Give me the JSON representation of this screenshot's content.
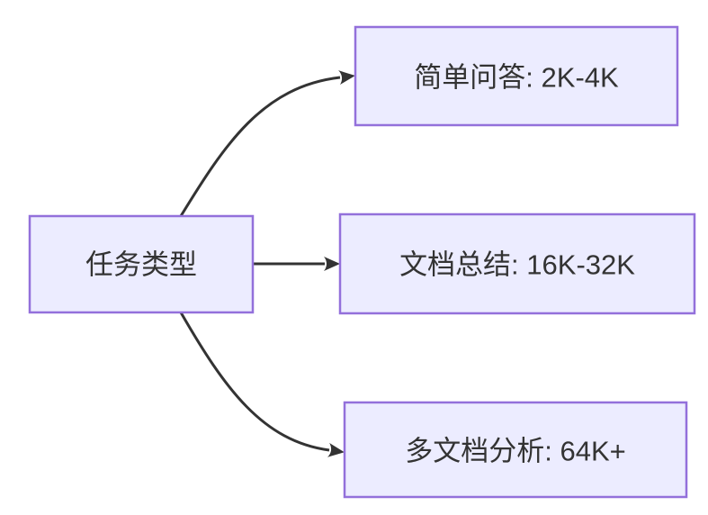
{
  "diagram": {
    "type": "flowchart-left-to-right",
    "root": {
      "label": "任务类型"
    },
    "branches": [
      {
        "label": "简单问答: 2K-4K"
      },
      {
        "label": "文档总结: 16K-32K"
      },
      {
        "label": "多文档分析: 64K+"
      }
    ]
  },
  "colors": {
    "node_fill": "#ECECFF",
    "node_border": "#9370DB",
    "edge": "#333333",
    "text": "#333333",
    "background": "#FFFFFF"
  }
}
